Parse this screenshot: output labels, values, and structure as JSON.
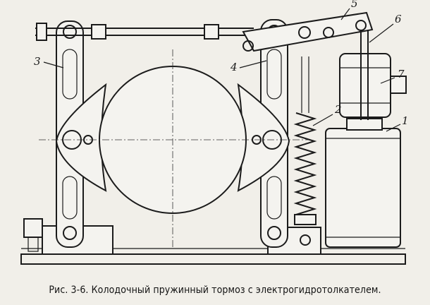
{
  "caption": "Рис. 3-6. Колодочный пружинный тормоз с электрогидротолкателем.",
  "labels": [
    {
      "id": "1",
      "text": "1"
    },
    {
      "id": "2",
      "text": "2"
    },
    {
      "id": "3",
      "text": "3"
    },
    {
      "id": "4",
      "text": "4"
    },
    {
      "id": "5",
      "text": "5"
    },
    {
      "id": "6",
      "text": "6"
    },
    {
      "id": "7",
      "text": "7"
    }
  ]
}
